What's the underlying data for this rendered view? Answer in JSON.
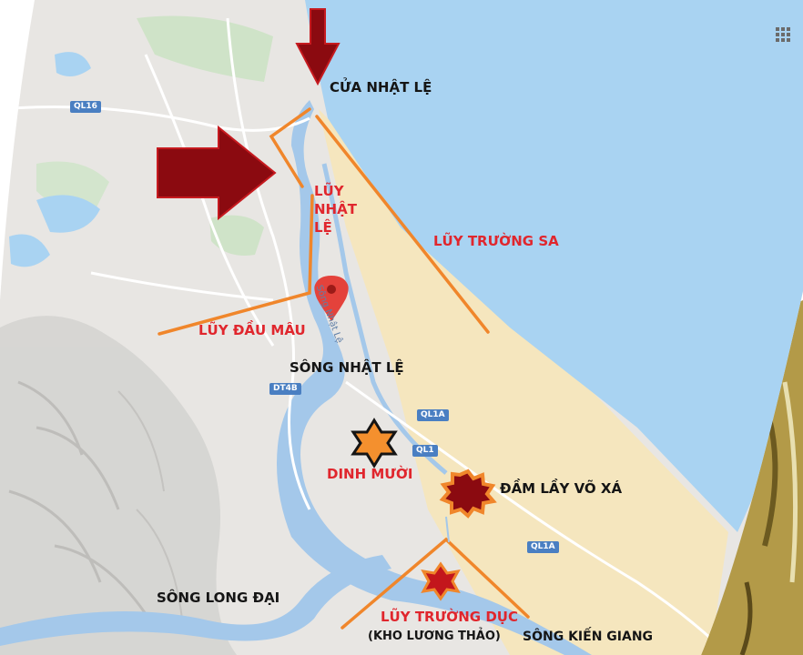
{
  "colors": {
    "sea": "#a9d3f2",
    "land": "#e8e6e3",
    "river": "#a4c8ea",
    "sand": "#f5e6be",
    "defense_line": "#f0862b",
    "arrow": "#8b0a10",
    "label_red": "#e0262d",
    "road_badge": "#4a7fc2"
  },
  "map": {
    "labels": {
      "cua_nhat_le": "CỬA NHẬT LỆ",
      "luy_nhat_le": [
        "LŨY",
        "NHẬT",
        "LỆ"
      ],
      "luy_truong_sa": "LŨY TRƯỜNG SA",
      "luy_dau_mau": "LŨY ĐẦU MÂU",
      "song_nhat_le": "SÔNG NHẬT LỆ",
      "dinh_muoi": "DINH MƯỜI",
      "dam_lay_vo_xa": "ĐẦM LẦY VÕ XÁ",
      "luy_truong_duc": "LŨY TRƯỜNG DỤC",
      "kho_luong_thao": "(KHO LƯƠNG THẢO)",
      "song_kien_giang": "SÔNG KIẾN GIANG",
      "song_long_dai": "SÔNG LONG ĐẠI"
    },
    "road_badges": {
      "ql16": "QL16",
      "dt4b": "DT4B",
      "ql1a_1": "QL1A",
      "ql1": "QL1",
      "ql1a_2": "QL1A"
    },
    "river_labels": {
      "nhat_le_road": "Sông Nhật Lệ"
    },
    "icons": {
      "location_pin": "map-pin-icon",
      "grid_menu": "grid-icon",
      "attack_arrow_north": "down-arrow-icon",
      "attack_arrow_west": "right-arrow-icon",
      "dinh_muoi_marker": "star-outline-icon",
      "vo_xa_marker": "explosion-icon",
      "truong_duc_marker": "star-icon"
    }
  }
}
